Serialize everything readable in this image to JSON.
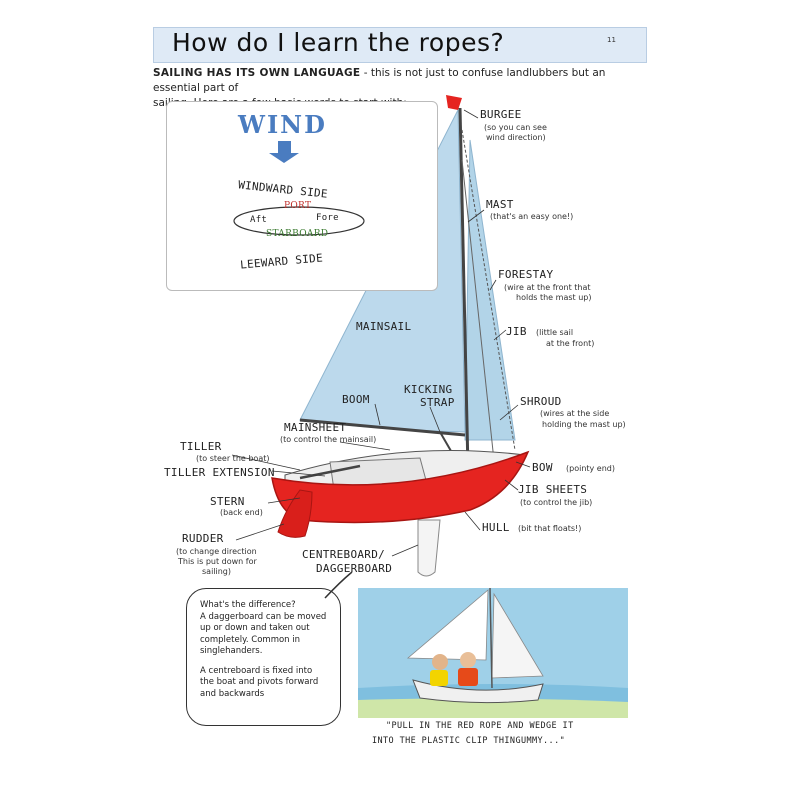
{
  "title": "How do I learn the ropes?",
  "page_number": "11",
  "intro": {
    "lead": "SAILING HAS ITS OWN LANGUAGE",
    "line1_rest": " - this is not just to confuse landlubbers but an essential part of",
    "line2": "sailing.  Here are a few basic words to start with:"
  },
  "wind_diagram": {
    "wind": "WIND",
    "windward": "WINDWARD SIDE",
    "port": "PORT",
    "aft": "Aft",
    "fore": "Fore",
    "starboard": "STARBOARD",
    "leeward": "LEEWARD SIDE"
  },
  "labels": {
    "burgee": "BURGEE",
    "burgee_sub1": "(so you can see",
    "burgee_sub2": "wind direction)",
    "mast": "MAST",
    "mast_sub": "(that's an easy one!)",
    "forestay": "FORESTAY",
    "forestay_sub1": "(wire at the front that",
    "forestay_sub2": "holds the mast up)",
    "jib": "JIB",
    "jib_sub1": "(little sail",
    "jib_sub2": "at the front)",
    "mainsail": "MAINSAIL",
    "boom": "BOOM",
    "kicking": "KICKING",
    "strap": "STRAP",
    "shroud": "SHROUD",
    "shroud_sub1": "(wires at the side",
    "shroud_sub2": "holding the mast up)",
    "mainsheet": "MAINSHEET",
    "mainsheet_sub": "(to control the mainsail)",
    "tiller": "TILLER",
    "tiller_sub": "(to steer the boat)",
    "tiller_ext": "TILLER EXTENSION",
    "bow": "BOW",
    "bow_sub": "(pointy end)",
    "jibsheets": "JIB SHEETS",
    "jibsheets_sub": "(to control the jib)",
    "stern": "STERN",
    "stern_sub": "(back end)",
    "hull": "HULL",
    "hull_sub": "(bit that floats!)",
    "rudder": "RUDDER",
    "rudder_sub1": "(to change direction",
    "rudder_sub2": "This is put down for",
    "rudder_sub3": "sailing)",
    "centreboard1": "CENTREBOARD/",
    "centreboard2": "DAGGERBOARD"
  },
  "note": {
    "l1": "What's the difference?",
    "l2": "A daggerboard can be moved",
    "l3": "up or down and taken out",
    "l4": "completely.  Common in",
    "l5": "singlehanders.",
    "l6": "A centreboard is fixed into",
    "l7": "the boat and pivots forward",
    "l8": "and backwards"
  },
  "caption": {
    "line1": "\"PULL IN THE RED ROPE AND WEDGE IT",
    "line2": "INTO THE PLASTIC CLIP THINGUMMY...\""
  },
  "colors": {
    "sail": "#bcd9ec",
    "hull": "#e52420",
    "burgee": "#e52420",
    "water": "#9fd0e8"
  }
}
